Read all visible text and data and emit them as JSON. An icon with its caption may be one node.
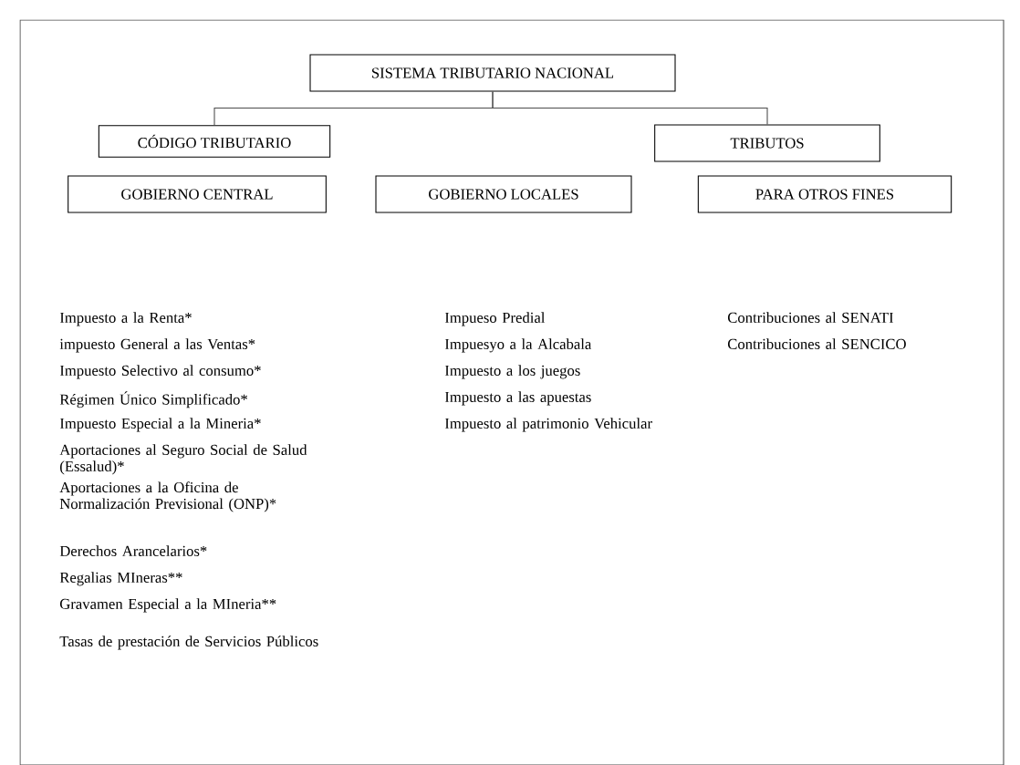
{
  "diagram": {
    "nodes": [
      {
        "text": [
          "SISTEMA TRIBUTARIO NACIONAL"
        ]
      },
      {
        "text": [
          "CÓDIGO TRIBUTARIO"
        ]
      },
      {
        "text": [
          "TRIBUTOS"
        ]
      },
      {
        "text": [
          "GOBIERNO CENTRAL"
        ]
      },
      {
        "text": [
          "GOBIERNO LOCALES"
        ]
      },
      {
        "text": [
          "PARA OTROS FINES"
        ]
      }
    ],
    "edges": [
      {
        "from": 0,
        "to": 1,
        "arrow": "none"
      },
      {
        "from": 0,
        "to": 2,
        "arrow": "none"
      }
    ],
    "labels": [
      "Impuesto a la Renta*",
      "impuesto General a las Ventas*",
      "Impuesto Selectivo al consumo*",
      "Régimen Único Simplificado*",
      "Impuesto Especial a la Mineria*",
      "Aportaciones al Seguro Social de Salud (Essalud)*",
      "Aportaciones a la Oficina de Normalización Previsional (ONP)*",
      "Derechos Arancelarios*",
      "Regalias MIneras**",
      "Gravamen Especial a la MIneria**",
      "Tasas de prestación de Servicios Públicos",
      "Impueso Predial",
      "Impuesyo a la Alcabala",
      "Impuesto a los juegos",
      "Impuesto a las apuestas",
      "Impuesto al patrimonio Vehicular",
      "Contribuciones al SENATI",
      "Contribuciones al SENCICO"
    ]
  }
}
